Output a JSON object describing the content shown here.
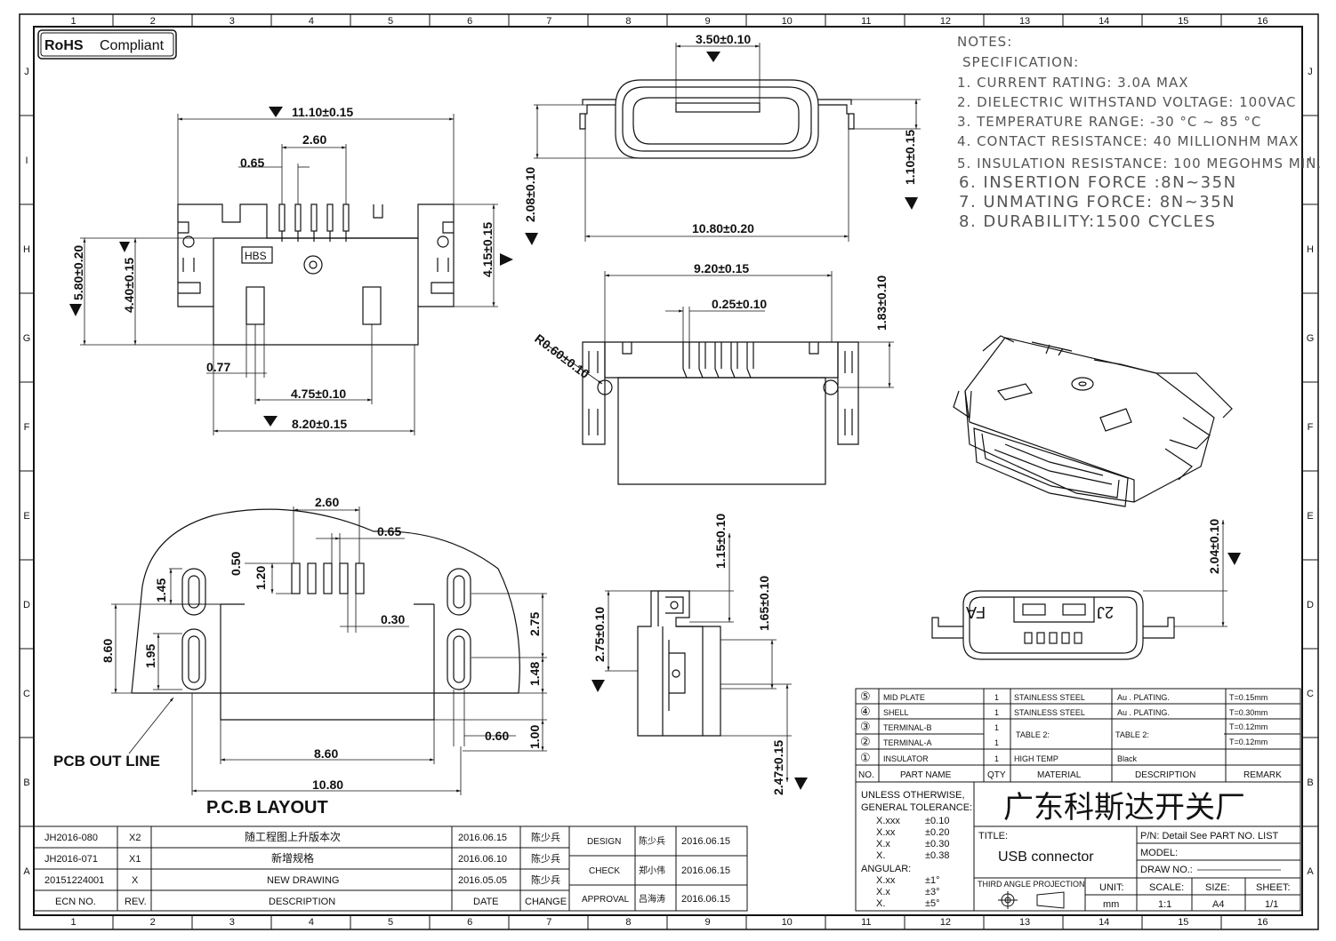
{
  "rohs": {
    "bold": "RoHS",
    "text": "Compliant"
  },
  "border": {
    "cols": [
      "1",
      "2",
      "3",
      "4",
      "5",
      "6",
      "7",
      "8",
      "9",
      "10",
      "11",
      "12",
      "13",
      "14",
      "15",
      "16"
    ],
    "rows": [
      "J",
      "I",
      "H",
      "G",
      "F",
      "E",
      "D",
      "C",
      "B",
      "A"
    ]
  },
  "notes": {
    "title": "NOTES:",
    "subtitle": "SPECIFICATION:",
    "items": [
      "1. CURRENT RATING: 3.0A MAX",
      "2. DIELECTRIC WITHSTAND VOLTAGE: 100VAC",
      "3. TEMPERATURE RANGE: -30 °C ~ 85 °C",
      "4. CONTACT RESISTANCE: 40 MILLIONHM MAX",
      "5. INSULATION RESISTANCE: 100 MEGOHMS MIN.",
      "6. INSERTION FORCE :8N~35N",
      "7. UNMATING FORCE: 8N~35N",
      "8. DURABILITY:1500 CYCLES"
    ]
  },
  "dims": {
    "top_width": "11.10±0.15",
    "pin_span": "2.60",
    "pin_pitch": "0.65",
    "height_580": "5.80±0.20",
    "height_440": "4.40±0.15",
    "height_415": "4.15±0.15",
    "d077": "0.77",
    "d475": "4.75±0.10",
    "d820": "8.20±0.15",
    "hbs": "HBS",
    "front_350": "3.50±0.10",
    "front_208": "2.08±0.10",
    "front_110": "1.10±0.15",
    "front_1080": "10.80±0.20",
    "rear_920": "9.20±0.15",
    "rear_025": "0.25±0.10",
    "rear_183": "1.83±0.10",
    "rear_r060": "R0.60±0.10",
    "pcb_260": "2.60",
    "pcb_065": "0.65",
    "pcb_050": "0.50",
    "pcb_120": "1.20",
    "pcb_145": "1.45",
    "pcb_030": "0.30",
    "pcb_275": "2.75",
    "pcb_860v": "8.60",
    "pcb_195": "1.95",
    "pcb_148": "1.48",
    "pcb_060": "0.60",
    "pcb_100": "1.00",
    "pcb_860": "8.60",
    "pcb_1080": "10.80",
    "pcb_outline": "PCB OUT LINE",
    "pcb_layout": "P.C.B LAYOUT",
    "side_115": "1.15±0.10",
    "side_275": "2.75±0.10",
    "side_165": "1.65±0.10",
    "side_247": "2.47±0.15",
    "end_204": "2.04±0.10",
    "end_fa": "FA",
    "end_2j": "2J"
  },
  "bom": {
    "rows": [
      {
        "no": "⑤",
        "part": "MID PLATE",
        "qty": "1",
        "material": "STAINLESS STEEL",
        "desc": "Au . PLATING.",
        "remark": "T=0.15mm"
      },
      {
        "no": "④",
        "part": "SHELL",
        "qty": "1",
        "material": "STAINLESS STEEL",
        "desc": "Au . PLATING.",
        "remark": "T=0.30mm"
      },
      {
        "no": "③",
        "part": "TERMINAL-B",
        "qty": "1",
        "material": "TABLE 2:",
        "desc": "TABLE 2:",
        "remark": "T=0.12mm"
      },
      {
        "no": "②",
        "part": "TERMINAL-A",
        "qty": "1",
        "material": "",
        "desc": "",
        "remark": "T=0.12mm"
      },
      {
        "no": "①",
        "part": "INSULATOR",
        "qty": "1",
        "material": "HIGH TEMP",
        "desc": "Black",
        "remark": ""
      }
    ],
    "header": {
      "no": "NO.",
      "part": "PART NAME",
      "qty": "QTY",
      "material": "MATERIAL",
      "desc": "DESCRIPTION",
      "remark": "REMARK"
    }
  },
  "tolerance": {
    "title1": "UNLESS OTHERWISE,",
    "title2": "GENERAL TOLERANCE:",
    "lines": [
      [
        "X.xxx",
        "±0.10"
      ],
      [
        "X.xx",
        "±0.20"
      ],
      [
        "X.x",
        "±0.30"
      ],
      [
        "X.",
        "±0.38"
      ]
    ],
    "angular": "ANGULAR:",
    "alines": [
      [
        "X.xx",
        "±1°"
      ],
      [
        "X.x",
        "±3°"
      ],
      [
        "X.",
        "±5°"
      ]
    ]
  },
  "company": "广东科斯达开关厂",
  "titleblock": {
    "title_label": "TITLE:",
    "title": "USB connector",
    "pn": "P/N: Detail  See  PART  NO.  LIST",
    "model": "MODEL:",
    "drawno": "DRAW  NO.:",
    "projection": "THIRD  ANGLE  PROJECTION",
    "unit_label": "UNIT:",
    "unit": "mm",
    "scale_label": "SCALE:",
    "scale": "1:1",
    "size_label": "SIZE:",
    "size": "A4",
    "sheet_label": "SHEET:",
    "sheet": "1/1"
  },
  "revisions": [
    {
      "ecn": "JH2016-080",
      "rev": "X2",
      "desc": "随工程图上升版本次",
      "date": "2016.06.15",
      "change": "陈少兵"
    },
    {
      "ecn": "JH2016-071",
      "rev": "X1",
      "desc": "新增规格",
      "date": "2016.06.10",
      "change": "陈少兵"
    },
    {
      "ecn": "20151224001",
      "rev": "X",
      "desc": "NEW  DRAWING",
      "date": "2016.05.05",
      "change": "陈少兵"
    }
  ],
  "revhead": {
    "ecn": "ECN  NO.",
    "rev": "REV.",
    "desc": "DESCRIPTION",
    "date": "DATE",
    "change": "CHANGE"
  },
  "approvals": [
    {
      "role": "DESIGN",
      "name": "陈少兵",
      "date": "2016.06.15"
    },
    {
      "role": "CHECK",
      "name": "郑小伟",
      "date": "2016.06.15"
    },
    {
      "role": "APPROVAL",
      "name": "吕海涛",
      "date": "2016.06.15"
    }
  ]
}
